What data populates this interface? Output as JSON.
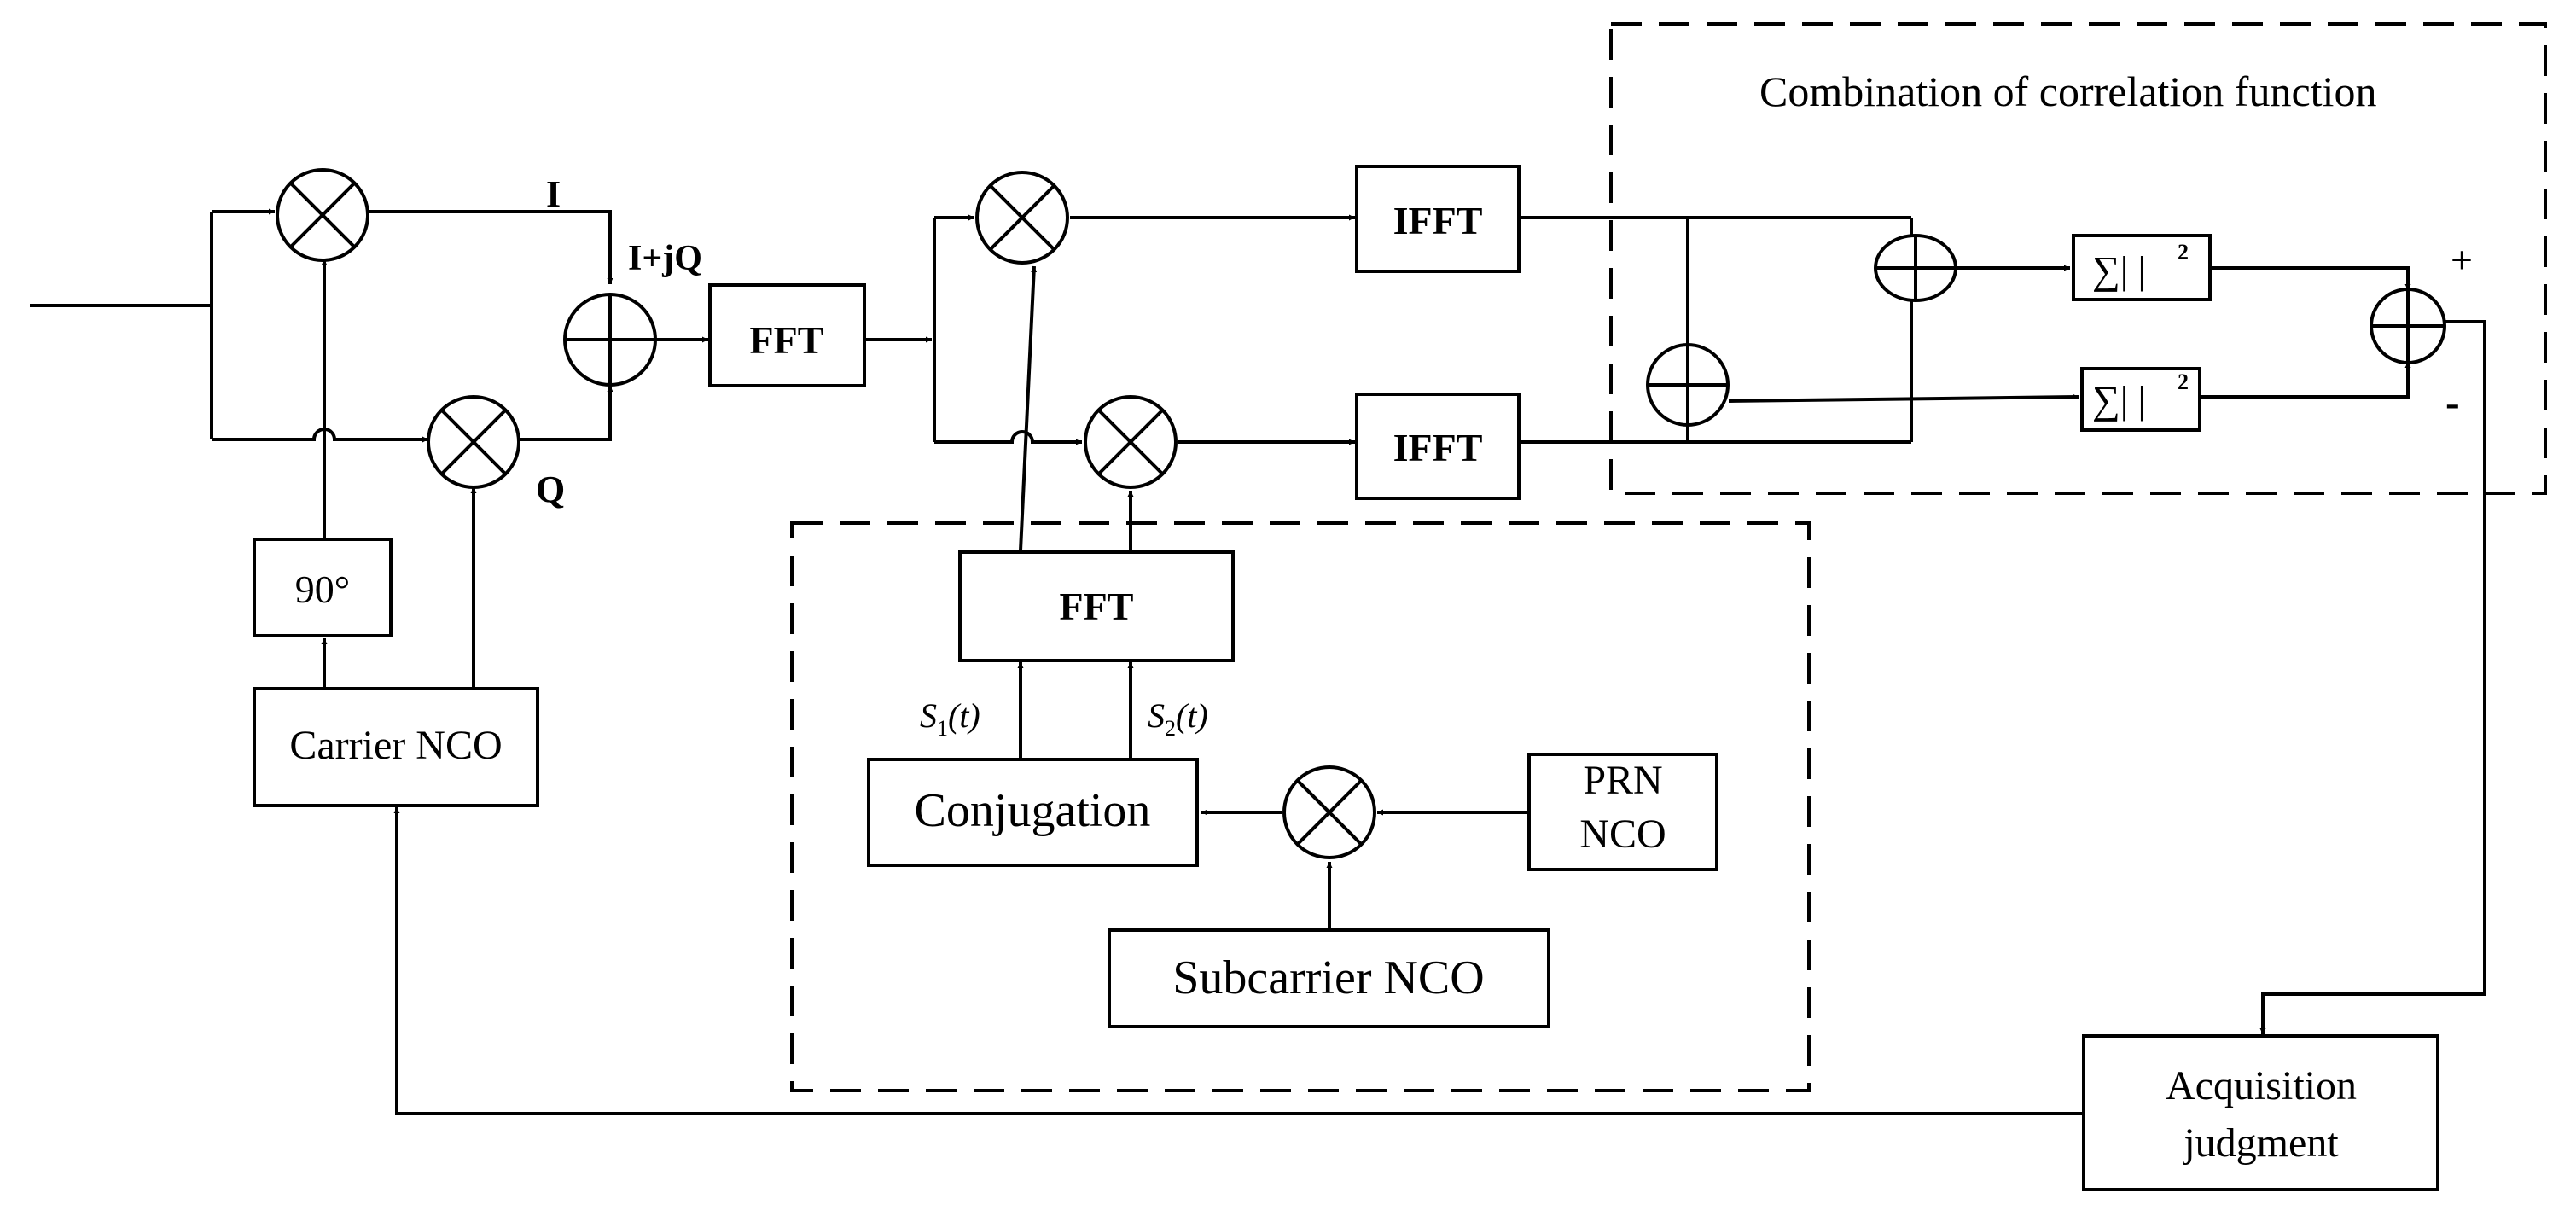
{
  "labels": {
    "i": "I",
    "i_jq": "I+jQ",
    "q": "Q",
    "fft_main": "FFT",
    "ifft_top": "IFFT",
    "ifft_bottom": "IFFT",
    "fft_local": "FFT",
    "ninety": "90°",
    "carrier_nco": "Carrier NCO",
    "conjugation": "Conjugation",
    "prn_line1": "PRN",
    "prn_line2": "NCO",
    "subcarrier_nco": "Subcarrier NCO",
    "acq_line1": "Acquisition",
    "acq_line2": "judgment",
    "combination_title": "Combination of correlation function",
    "sum_sq": "∑|  |",
    "sq_exp": "2",
    "plus": "+",
    "minus": "-",
    "s1": "S",
    "s1_sub": "1",
    "s2": "S",
    "s2_sub": "2",
    "arg_t": "(t)"
  }
}
